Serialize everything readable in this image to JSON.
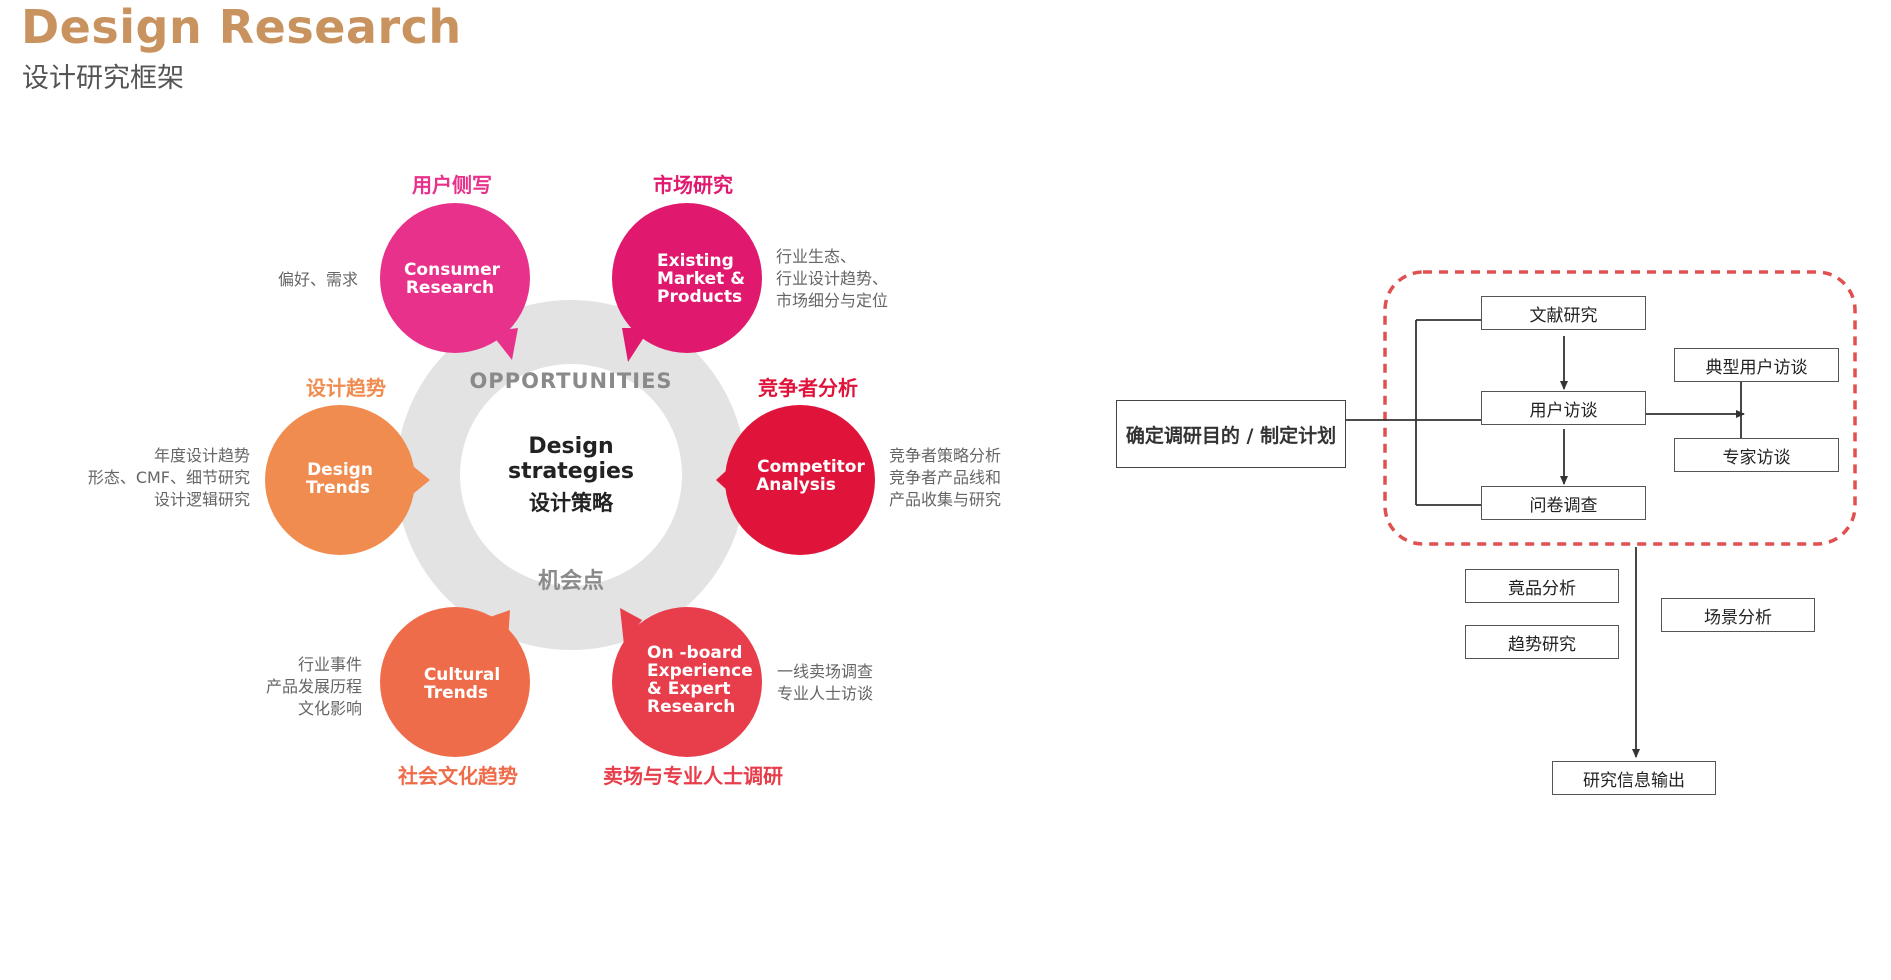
{
  "header": {
    "title": "Design Research",
    "subtitle": "设计研究框架"
  },
  "wheel": {
    "center": {
      "line1": "Design",
      "line2": "strategies",
      "cn": "设计策略"
    },
    "ring_top": "OPPORTUNITIES",
    "ring_bottom": "机会点",
    "nodes": [
      {
        "id": "consumer",
        "title": "用户侧写",
        "en": [
          "Consumer",
          "Research"
        ],
        "desc": [
          "偏好、需求"
        ],
        "color": "#e8318b"
      },
      {
        "id": "market",
        "title": "市场研究",
        "en": [
          "Existing",
          "Market &",
          "Products"
        ],
        "desc": [
          "行业生态、",
          "行业设计趋势、",
          "市场细分与定位"
        ],
        "color": "#e0196e"
      },
      {
        "id": "competitor",
        "title": "竞争者分析",
        "en": [
          "Competitor",
          "Analysis"
        ],
        "desc": [
          "竞争者策略分析",
          "竞争者产品线和",
          "产品收集与研究"
        ],
        "color": "#e0143a"
      },
      {
        "id": "onboard",
        "title": "卖场与专业人士调研",
        "en": [
          "On -board",
          "Experience",
          "& Expert",
          "Research"
        ],
        "desc": [
          "一线卖场调查",
          "专业人士访谈"
        ],
        "color": "#e83d4a"
      },
      {
        "id": "cultural",
        "title": "社会文化趋势",
        "en": [
          "Cultural",
          "Trends"
        ],
        "desc": [
          "行业事件",
          "产品发展历程",
          "文化影响"
        ],
        "color": "#ef6c4a"
      },
      {
        "id": "design",
        "title": "设计趋势",
        "en": [
          "Design",
          "Trends"
        ],
        "desc": [
          "年度设计趋势",
          "形态、CMF、细节研究",
          "设计逻辑研究"
        ],
        "color": "#f08c50"
      }
    ]
  },
  "flow": {
    "main": "确定调研目的 / 制定计划",
    "literature": "文献研究",
    "interview": "用户访谈",
    "survey": "问卷调查",
    "typical": "典型用户访谈",
    "expert": "专家访谈",
    "competitive": "竟品分析",
    "trend": "趋势研究",
    "scenario": "场景分析",
    "output": "研究信息输出",
    "colors": {
      "dashed": "#e05050",
      "line": "#333333"
    }
  }
}
